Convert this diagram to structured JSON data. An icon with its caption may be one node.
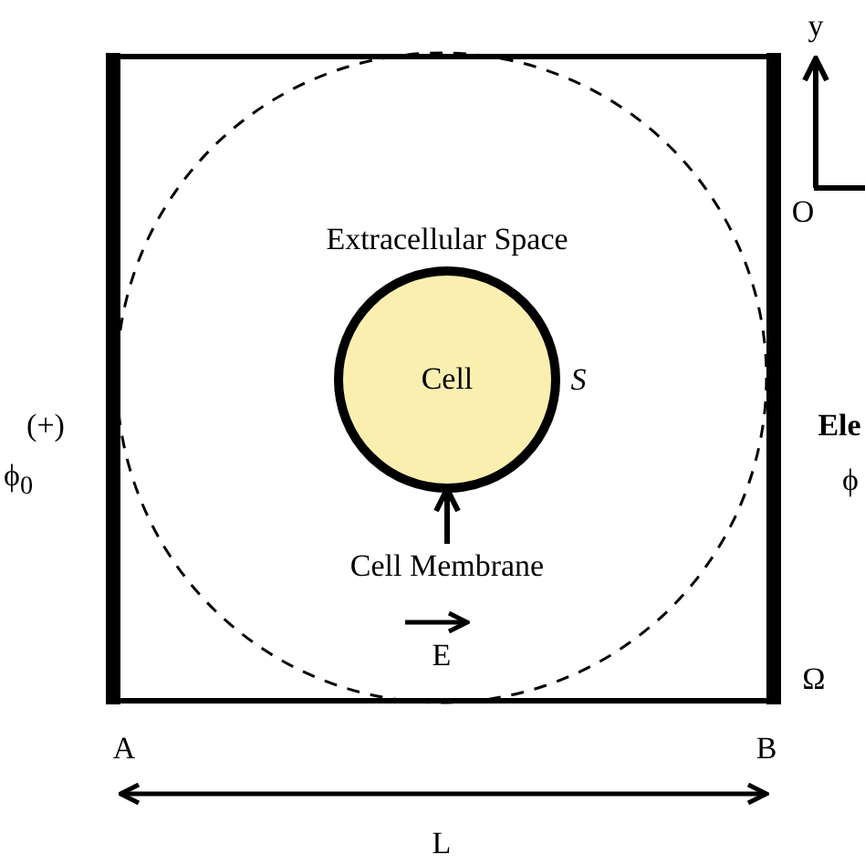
{
  "diagram": {
    "nodes": [
      {
        "text": [
          "Cell"
        ],
        "beside": [
          "S"
        ]
      },
      {
        "text": [
          "Cell Membrane"
        ]
      }
    ],
    "edges": [
      {
        "from": 1,
        "to": 0,
        "arrow": "to"
      }
    ],
    "labels": [
      "y",
      "O",
      "Extracellular Space",
      "(+)",
      "Ele",
      "ϕ$_{0}$",
      "ϕ",
      "E",
      "Ω",
      "A",
      "B",
      "L"
    ]
  }
}
